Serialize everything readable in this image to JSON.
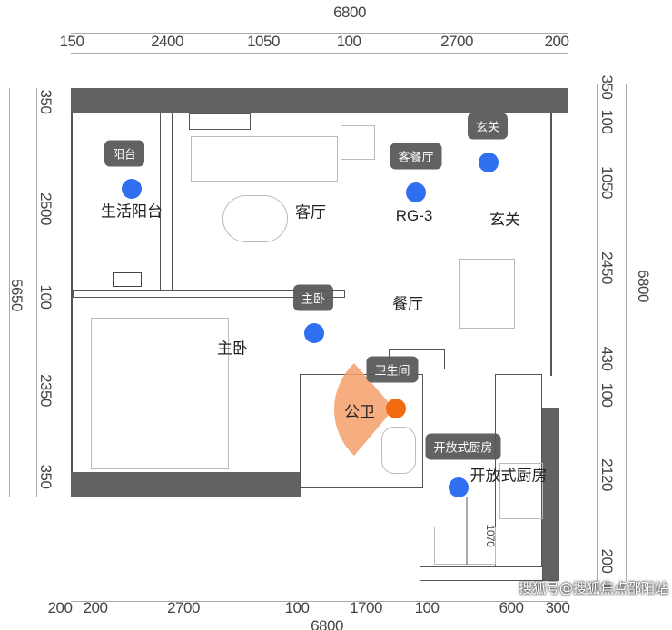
{
  "dimensions": {
    "top_total": "6800",
    "top": [
      "150",
      "2400",
      "1050",
      "100",
      "2700",
      "200"
    ],
    "left_total": "5650",
    "left": [
      "350",
      "2500",
      "100",
      "2350",
      "350"
    ],
    "right_total": "6800",
    "right": [
      "350",
      "100",
      "1050",
      "2450",
      "430",
      "100",
      "2120",
      "200"
    ],
    "bottom_total": "6800",
    "bottom": [
      "200",
      "200",
      "2700",
      "100",
      "1700",
      "100",
      "600",
      "300"
    ],
    "kitchen_inner": "1070"
  },
  "rooms": {
    "balcony": "生活阳台",
    "living": "客厅",
    "model": "RG-3",
    "foyer": "玄关",
    "dining": "餐厅",
    "master": "主卧",
    "bath": "公卫",
    "kitchen": "开放式厨房"
  },
  "tags": {
    "balcony": "阳台",
    "living_dining": "客餐厅",
    "foyer": "玄关",
    "master": "主卧",
    "bath": "卫生间",
    "kitchen": "开放式厨房"
  },
  "colors": {
    "hotspot": "#2f6ff0",
    "current": "#f26a10",
    "view_cone": "#f5a06a",
    "wall": "#626262"
  },
  "watermark": "搜狐号@搜狐焦点邵阳站"
}
